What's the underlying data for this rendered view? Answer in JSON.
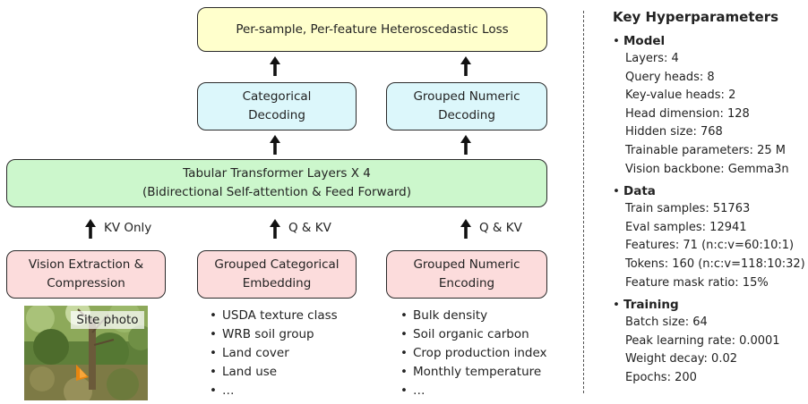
{
  "boxes": {
    "loss": "Per-sample, Per-feature Heteroscedastic Loss",
    "categorical_decoding": [
      "Categorical",
      "Decoding"
    ],
    "numeric_decoding": [
      "Grouped Numeric",
      "Decoding"
    ],
    "transformer": [
      "Tabular Transformer Layers X 4",
      "(Bidirectional Self-attention & Feed Forward)"
    ],
    "vision": [
      "Vision Extraction &",
      "Compression"
    ],
    "categorical_embedding": [
      "Grouped Categorical",
      "Embedding"
    ],
    "numeric_encoding": [
      "Grouped Numeric",
      "Encoding"
    ]
  },
  "arrow_labels": {
    "vision": "KV Only",
    "categorical": "Q & KV",
    "numeric": "Q & KV"
  },
  "photo_caption": "Site photo",
  "categorical_features": [
    "USDA texture class",
    "WRB soil group",
    "Land cover",
    "Land use",
    "…"
  ],
  "numeric_features": [
    "Bulk density",
    "Soil organic carbon",
    "Crop production index",
    "Monthly temperature",
    "…"
  ],
  "hyperparameters": {
    "title": "Key Hyperparameters",
    "sections": [
      {
        "name": "Model",
        "items": [
          "Layers: 4",
          "Query heads: 8",
          "Key-value heads: 2",
          "Head dimension: 128",
          "Hidden size: 768",
          "Trainable parameters: 25 M",
          "Vision backbone: Gemma3n"
        ]
      },
      {
        "name": "Data",
        "items": [
          "Train samples: 51763",
          "Eval samples: 12941",
          "Features: 71 (n:c:v=60:10:1)",
          "Tokens: 160 (n:c:v=118:10:32)",
          "Feature mask ratio: 15%"
        ]
      },
      {
        "name": "Training",
        "items": [
          "Batch size: 64",
          "Peak learning rate: 0.0001",
          "Weight decay: 0.02",
          "Epochs: 200"
        ]
      }
    ]
  },
  "colors": {
    "loss_fill": "#ffffcc",
    "decoding_fill": "#dcf7fb",
    "transformer_fill": "#ccf7cc",
    "input_fill": "#fcdcdc"
  }
}
